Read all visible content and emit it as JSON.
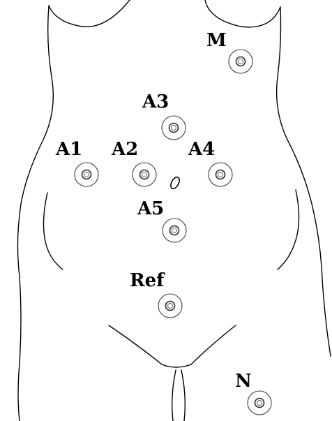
{
  "electrodes": [
    {
      "id": "m",
      "label": "M"
    },
    {
      "id": "a3",
      "label": "A3"
    },
    {
      "id": "a1",
      "label": "A1"
    },
    {
      "id": "a2",
      "label": "A2"
    },
    {
      "id": "a4",
      "label": "A4"
    },
    {
      "id": "a5",
      "label": "A5"
    },
    {
      "id": "ref",
      "label": "Ref"
    },
    {
      "id": "n",
      "label": "N"
    }
  ]
}
